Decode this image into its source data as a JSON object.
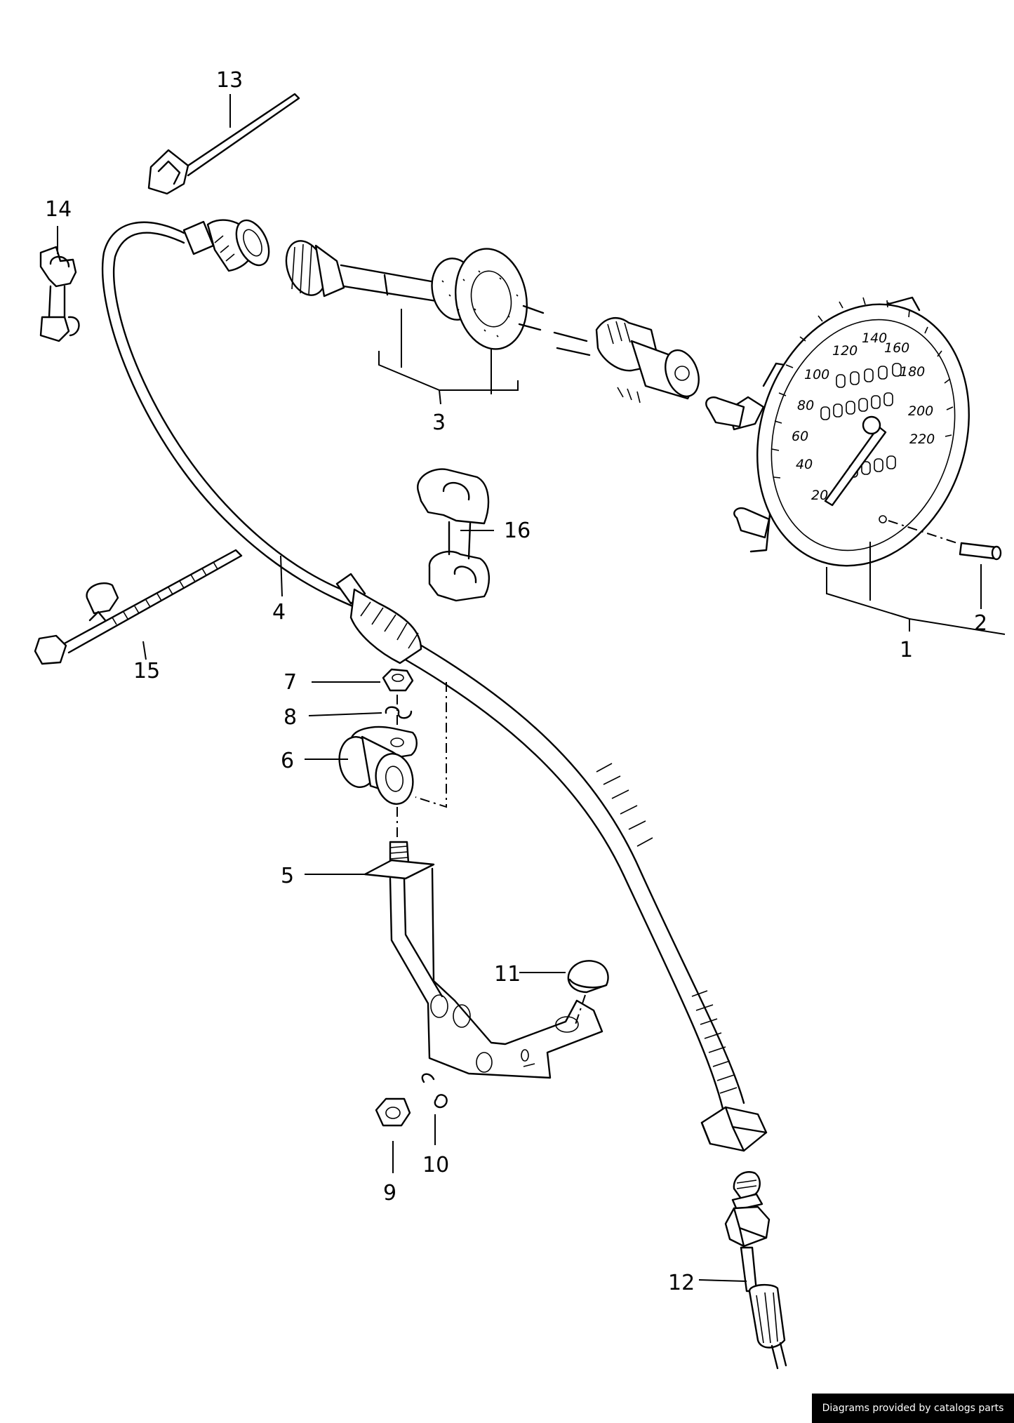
{
  "callouts": [
    {
      "id": "1",
      "label": "1"
    },
    {
      "id": "2",
      "label": "2"
    },
    {
      "id": "3",
      "label": "3"
    },
    {
      "id": "4",
      "label": "4"
    },
    {
      "id": "5",
      "label": "5"
    },
    {
      "id": "6",
      "label": "6"
    },
    {
      "id": "7",
      "label": "7"
    },
    {
      "id": "8",
      "label": "8"
    },
    {
      "id": "9",
      "label": "9"
    },
    {
      "id": "10",
      "label": "10"
    },
    {
      "id": "11",
      "label": "11"
    },
    {
      "id": "12",
      "label": "12"
    },
    {
      "id": "13",
      "label": "13"
    },
    {
      "id": "14",
      "label": "14"
    },
    {
      "id": "15",
      "label": "15"
    },
    {
      "id": "16",
      "label": "16"
    }
  ],
  "speedometer": {
    "scale": [
      "20",
      "40",
      "60",
      "80",
      "100",
      "120",
      "140",
      "160",
      "180",
      "200",
      "220"
    ]
  },
  "footer": {
    "credit": "Diagrams provided by catalogs parts"
  }
}
